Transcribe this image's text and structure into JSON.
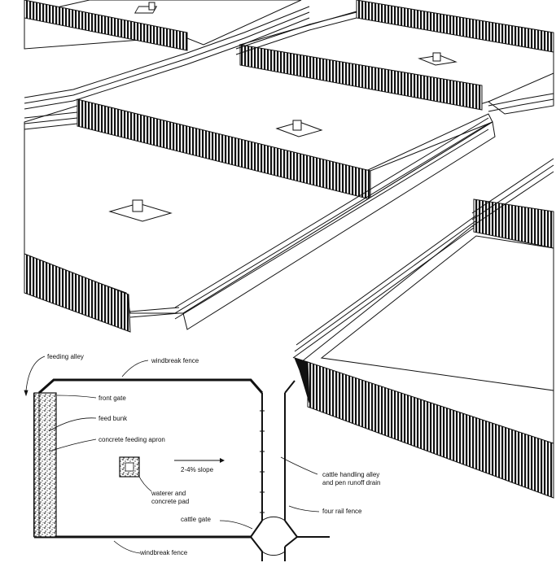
{
  "labels": {
    "feeding_alley": "feeding alley",
    "windbreak_fence_top": "windbreak fence",
    "front_gate": "front gate",
    "feed_bunk": "feed bunk",
    "concrete_feeding_apron": "concrete feeding apron",
    "slope": "2-4% slope",
    "waterer_line1": "waterer and",
    "waterer_line2": "concrete pad",
    "cattle_gate": "cattle gate",
    "windbreak_fence_bottom": "windbreak fence",
    "handling_alley_line1": "cattle handling alley",
    "handling_alley_line2": "and pen runoff drain",
    "four_rail_fence": "four rail fence"
  },
  "colors": {
    "ink": "#111111",
    "paper": "#ffffff"
  }
}
